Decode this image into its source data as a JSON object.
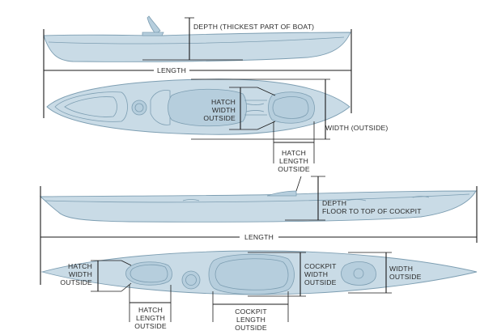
{
  "kayak1": {
    "depth": "DEPTH (THICKEST PART OF BOAT)",
    "length": "LENGTH",
    "hatch_width": [
      "HATCH",
      "WIDTH",
      "OUTSIDE"
    ],
    "width": "WIDTH (OUTSIDE)",
    "hatch_length": [
      "HATCH",
      "LENGTH",
      "OUTSIDE"
    ]
  },
  "kayak2": {
    "depth": [
      "DEPTH",
      "FLOOR TO TOP OF COCKPIT"
    ],
    "length": "LENGTH",
    "hatch_width": [
      "HATCH",
      "WIDTH",
      "OUTSIDE"
    ],
    "cockpit_width": [
      "COCKPIT",
      "WIDTH",
      "OUTSIDE"
    ],
    "width": [
      "WIDTH",
      "OUTSIDE"
    ],
    "hatch_length": [
      "HATCH",
      "LENGTH",
      "OUTSIDE"
    ],
    "cockpit_length": [
      "COCKPIT",
      "LENGTH",
      "OUTSIDE"
    ]
  },
  "colors": {
    "hull": "#c9dbe6",
    "outline": "#7d9eb2",
    "lines": "#1a1a1a",
    "text": "#2a2a2a"
  }
}
